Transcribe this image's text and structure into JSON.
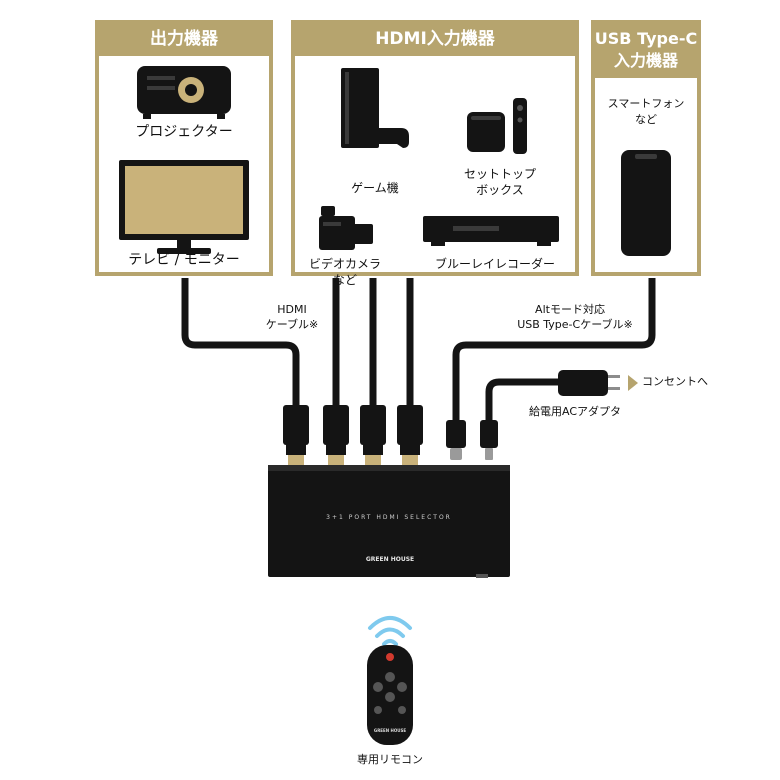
{
  "panels": {
    "output": {
      "title": "出力機器",
      "projector": "プロジェクター",
      "monitor": "テレビ / モニター"
    },
    "hdmi_input": {
      "title": "HDMI入力機器",
      "game": "ゲーム機",
      "settop_line1": "セットトップ",
      "settop_line2": "ボックス",
      "camera_line1": "ビデオカメラ",
      "camera_line2": "など",
      "bluray": "ブルーレイレコーダー"
    },
    "usbc_input": {
      "title_line1": "USB Type-C",
      "title_line2": "入力機器",
      "phone_line1": "スマートフォン",
      "phone_line2": "など"
    }
  },
  "cables": {
    "hdmi_line1": "HDMI",
    "hdmi_line2": "ケーブル※",
    "usbc_line1": "Altモード対応",
    "usbc_line2": "USB Type-Cケーブル※",
    "adapter": "給電用ACアダプタ",
    "outlet": "コンセントへ"
  },
  "device": {
    "model_text": "3+1 PORT HDMI SELECTOR",
    "brand": "GREEN HOUSE"
  },
  "remote": {
    "label": "専用リモコン",
    "brand": "GREEN HOUSE"
  },
  "colors": {
    "gold": "#b6a46e",
    "ink": "#141414",
    "wifi": "#7fcaee"
  }
}
